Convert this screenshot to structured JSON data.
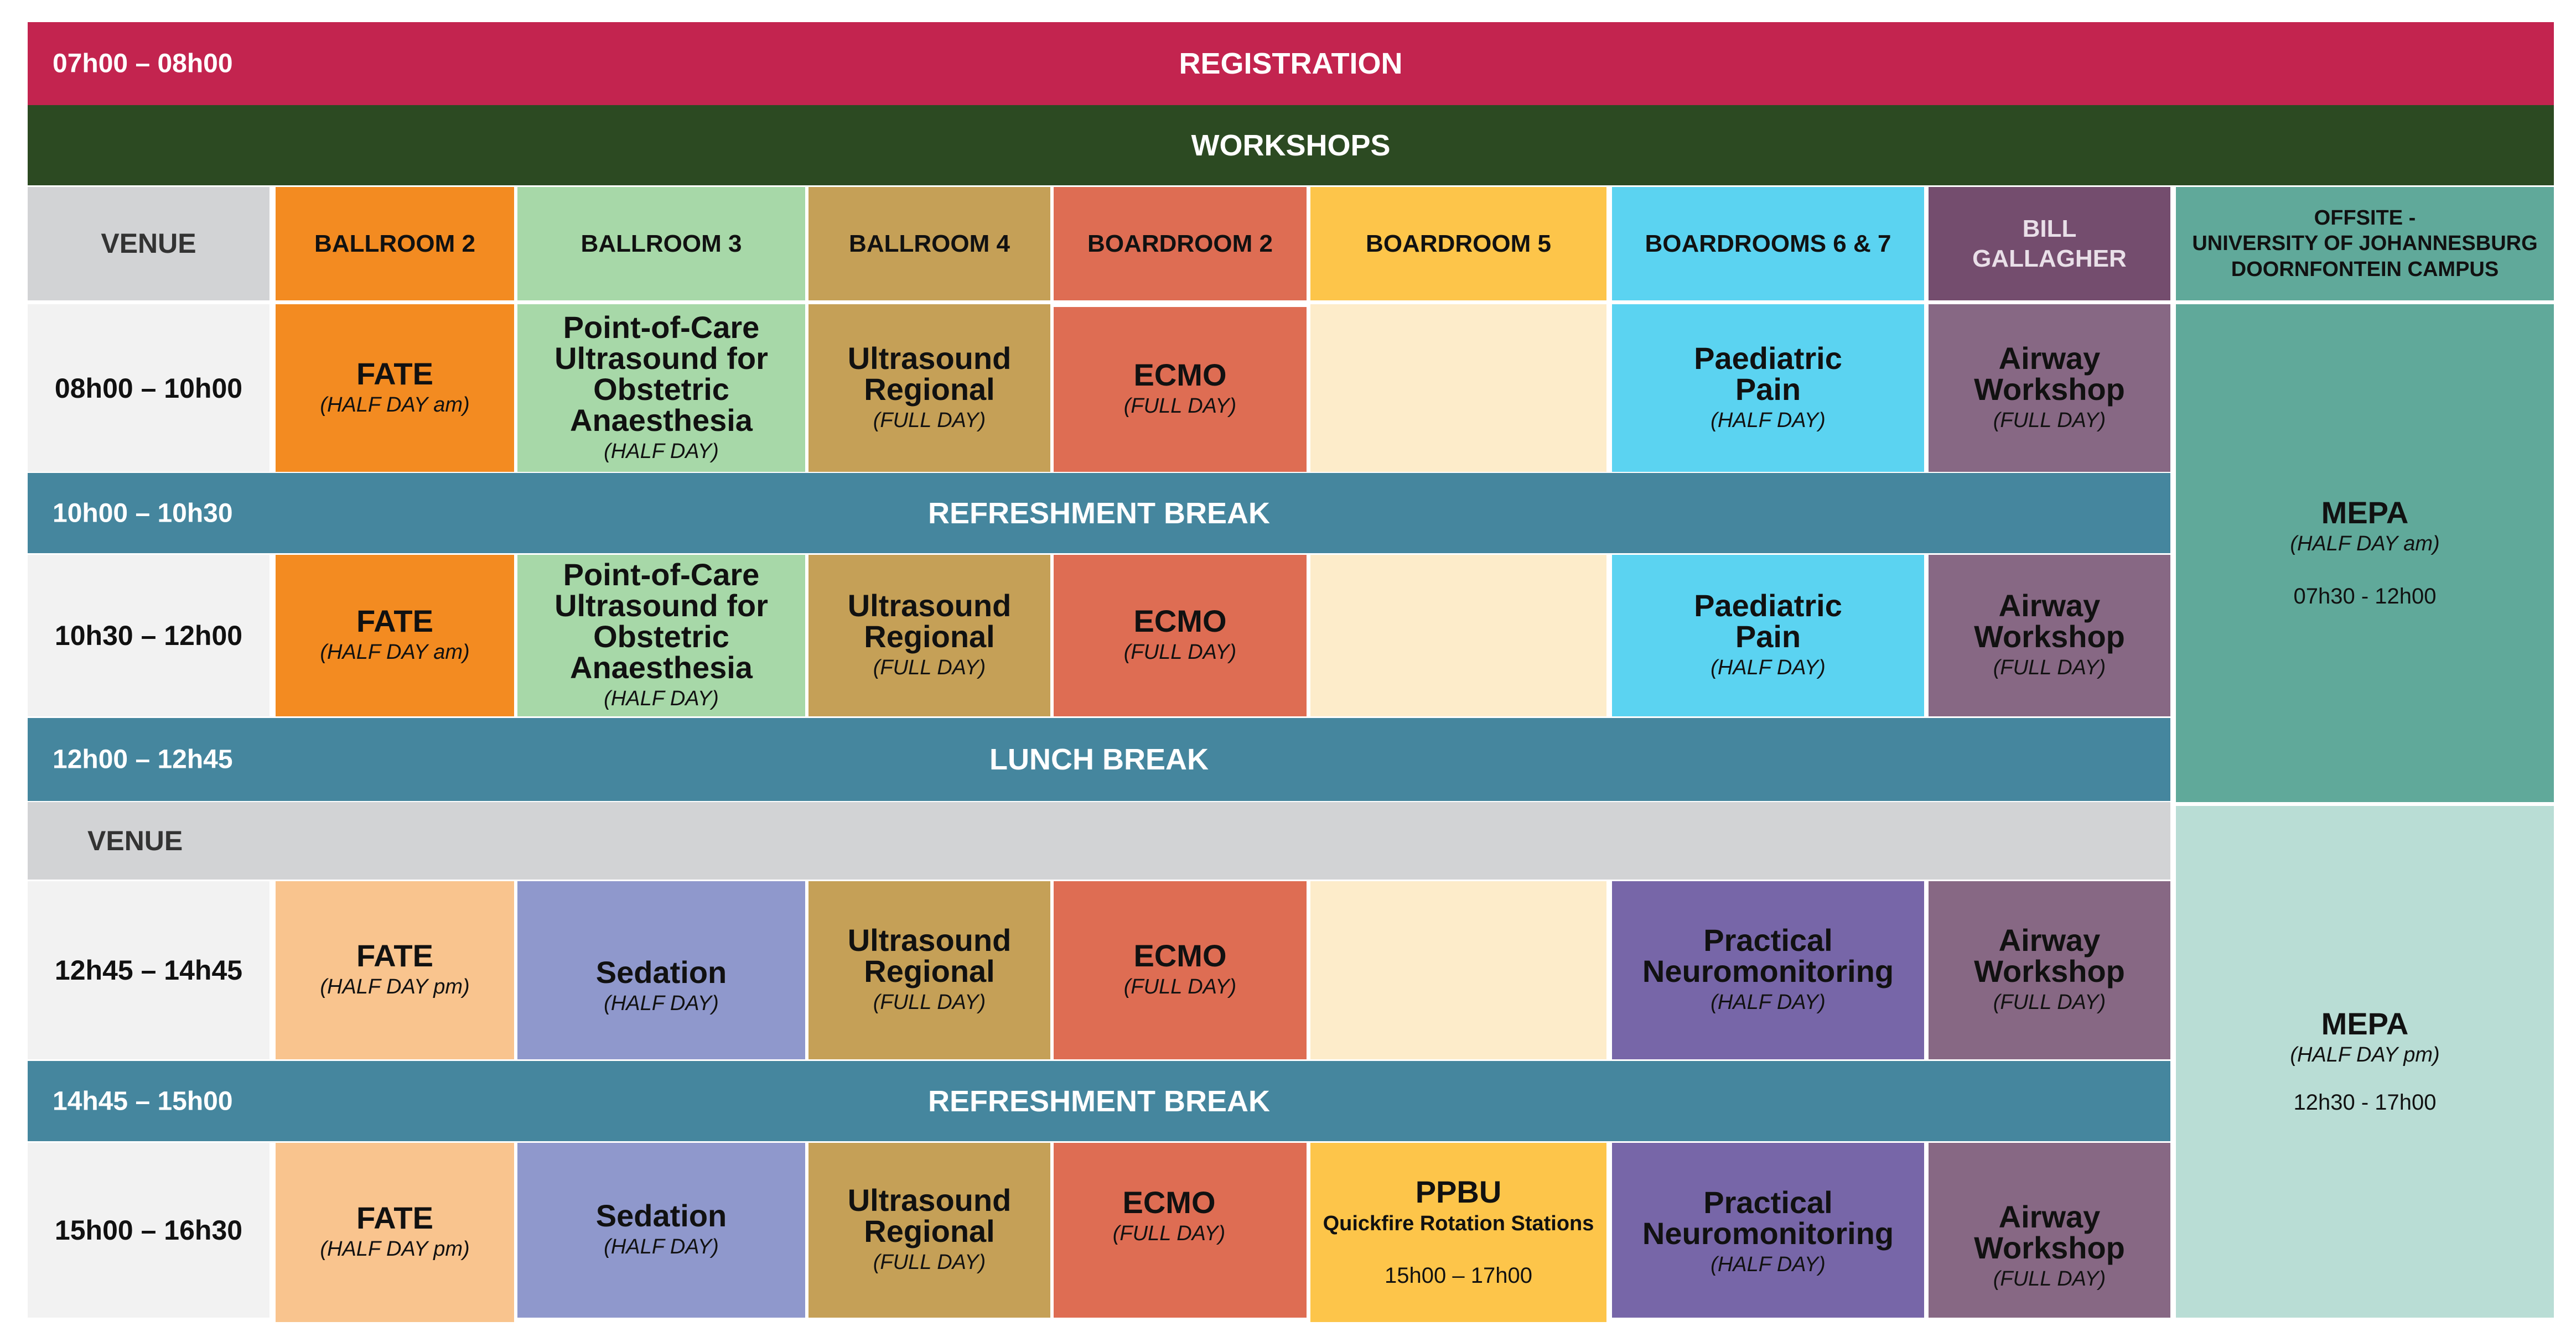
{
  "registration": {
    "time": "07h00 – 08h00",
    "label": "REGISTRATION"
  },
  "workshops_label": "WORKSHOPS",
  "venues": {
    "venue_label": "VENUE",
    "ballroom2": "BALLROOM 2",
    "ballroom3": "BALLROOM 3",
    "ballroom4": "BALLROOM 4",
    "boardroom2": "BOARDROOM 2",
    "boardroom5": "BOARDROOM 5",
    "boardrooms67": "BOARDROOMS 6 & 7",
    "bill": "BILL\nGALLAGHER",
    "offsite": "OFFSITE -\nUNIVERSITY OF JOHANNESBURG\nDOORNFONTEIN CAMPUS"
  },
  "venue_label_2": "VENUE",
  "times": {
    "t1": "08h00 – 10h00",
    "t2": "10h30 – 12h00",
    "t3": "12h45 – 14h45",
    "t4": "15h00 – 16h30"
  },
  "breaks": {
    "refresh1": {
      "time": "10h00 – 10h30",
      "label": "REFRESHMENT BREAK"
    },
    "lunch": {
      "time": "12h00 – 12h45",
      "label": "LUNCH BREAK"
    },
    "refresh2": {
      "time": "14h45 – 15h00",
      "label": "REFRESHMENT BREAK"
    }
  },
  "sessions": {
    "fate": "FATE",
    "fate_am": "(HALF DAY am)",
    "fate_pm": "(HALF DAY pm)",
    "pocus": "Point-of-Care\nUltrasound for\nObstetric\nAnaesthesia",
    "half_day": "(HALF DAY)",
    "full_day": "(FULL DAY)",
    "ultrasound": "Ultrasound\nRegional",
    "ecmo": "ECMO",
    "paeds": "Paediatric\nPain",
    "airway": "Airway\nWorkshop",
    "sedation": "Sedation",
    "neuro": "Practical\nNeuromonitoring",
    "ppbu": "PPBU",
    "ppbu_sub": "Quickfire Rotation Stations",
    "ppbu_time": "15h00 – 17h00",
    "mepa": "MEPA",
    "mepa_am": "(HALF DAY am)",
    "mepa_am_time": "07h30 - 12h00",
    "mepa_pm": "(HALF DAY pm)",
    "mepa_pm_time": "12h30 - 17h00"
  },
  "colors": {
    "registration": "#c3244f",
    "workshops": "#2c4a22",
    "break": "#45869e",
    "venue_grey": "#d2d3d5",
    "ballroom2": "#f38b21",
    "ballroom2_light": "#f9c48e",
    "ballroom3": "#a7d8a8",
    "sedation": "#8f98cc",
    "ballroom4": "#c5a057",
    "boardroom2": "#de6d53",
    "boardroom5": "#fdc54a",
    "boardroom5_light": "#fdecca",
    "boardrooms67": "#5bd3f1",
    "neuro": "#7766a8",
    "bill": "#876884",
    "bill_header": "#744d6e",
    "offsite": "#60a99a",
    "offsite_light": "#b9ddd5"
  }
}
